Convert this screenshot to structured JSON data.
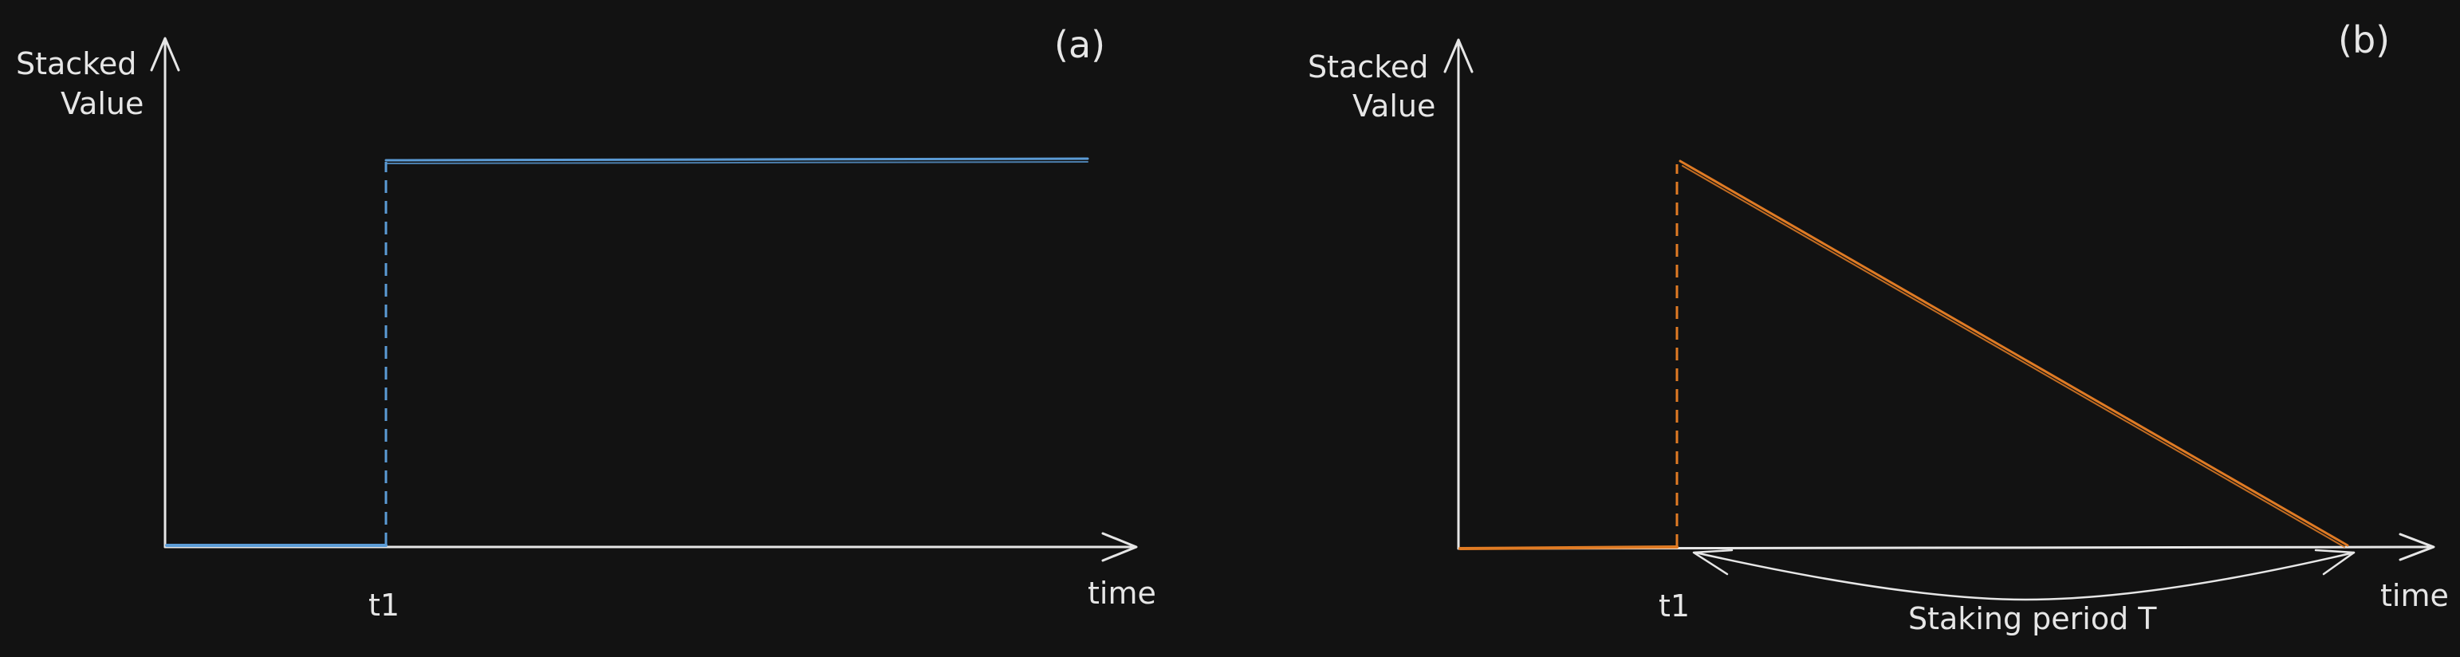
{
  "diagram": {
    "panels": [
      {
        "id": "a",
        "panel_label": "(a)",
        "ylabel_line1": "Stacked",
        "ylabel_line2": "Value",
        "xlabel": "time",
        "tick_label": "t1",
        "series_color": "#5b9bd5",
        "shape": "step"
      },
      {
        "id": "b",
        "panel_label": "(b)",
        "ylabel_line1": "Stacked",
        "ylabel_line2": "Value",
        "xlabel": "time",
        "tick_label": "t1",
        "series_color": "#e07b24",
        "shape": "linear-decay",
        "period_label": "Staking period T"
      }
    ],
    "axis_color": "#e6e6e6"
  }
}
